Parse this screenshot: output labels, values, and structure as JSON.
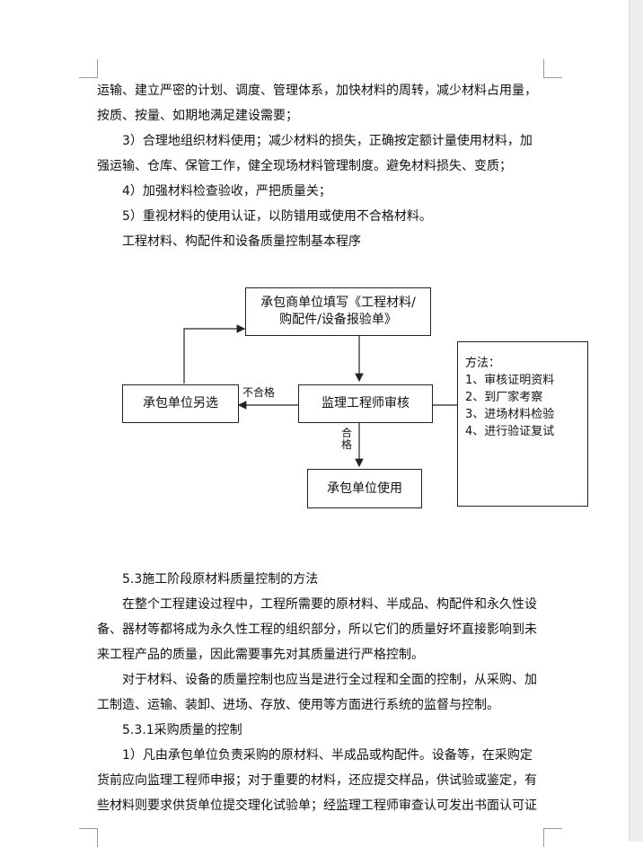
{
  "paragraphs_top": [
    "运输、建立严密的计划、调度、管理体系，加快材料的周转，减少材料占用量，",
    "按质、按量、如期地满足建设需要；",
    "3）合理地组织材料使用；减少材料的损失，正确按定额计量使用材料，加",
    "强运输、仓库、保管工作，健全现场材料管理制度。避免材料损失、变质；",
    "4）加强材料检查验收，严把质量关；",
    "5）重视材料的使用认证，以防错用或使用不合格材料。",
    "工程材料、构配件和设备质量控制基本程序"
  ],
  "flowchart": {
    "box_fill": {
      "line1": "承包商单位填写《工程材料/",
      "line2": "购配件/设备报验单》"
    },
    "box_review": "监理工程师审核",
    "box_alt": "承包单位另选",
    "box_use": "承包单位使用",
    "label_fail": "不合格",
    "label_pass": "合格",
    "methods": {
      "title": "方法：",
      "items": [
        "1、审核证明资料",
        "2、到厂家考察",
        "3、进场材料检验",
        "4、进行验证复试"
      ]
    }
  },
  "section_heading": "5.3施工阶段原材料质量控制的方法",
  "paragraphs_bottom": [
    "在整个工程建设过程中，工程所需要的原材料、半成品、构配件和永久性设",
    "备、器材等都将成为永久性工程的组织部分，所以它们的质量好坏直接影响到未",
    "来工程产品的质量，因此需要事先对其质量进行严格控制。",
    "对于材料、设备的质量控制也应当是进行全过程和全面的控制，从采购、加",
    "工制造、运输、装卸、进场、存放、使用等方面进行系统的监督与控制。"
  ],
  "subsection_heading": "5.3.1采购质量的控制",
  "paragraphs_last": [
    "1）凡由承包单位负责采购的原材料、半成品或构配件。设备等，在采购定",
    "货前应向监理工程师申报；对于重要的材料，还应提交样品，供试验或鉴定，有",
    "些材料则要求供货单位提交理化试验单；经监理工程师审查认可发出书面认可证"
  ]
}
